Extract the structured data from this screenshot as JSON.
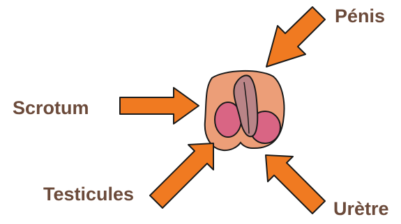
{
  "labels": {
    "penis": "Pénis",
    "scrotum": "Scrotum",
    "testicules": "Testicules",
    "uretre": "Urètre"
  },
  "colors": {
    "label_text": "#6b4a3a",
    "arrow_fill": "#f07a21",
    "arrow_stroke": "#1a1a1a",
    "scrotum_fill": "#ec9e78",
    "penis_fill": "#b98487",
    "testicle_fill": "#d96584",
    "outline": "#1a1a1a"
  }
}
